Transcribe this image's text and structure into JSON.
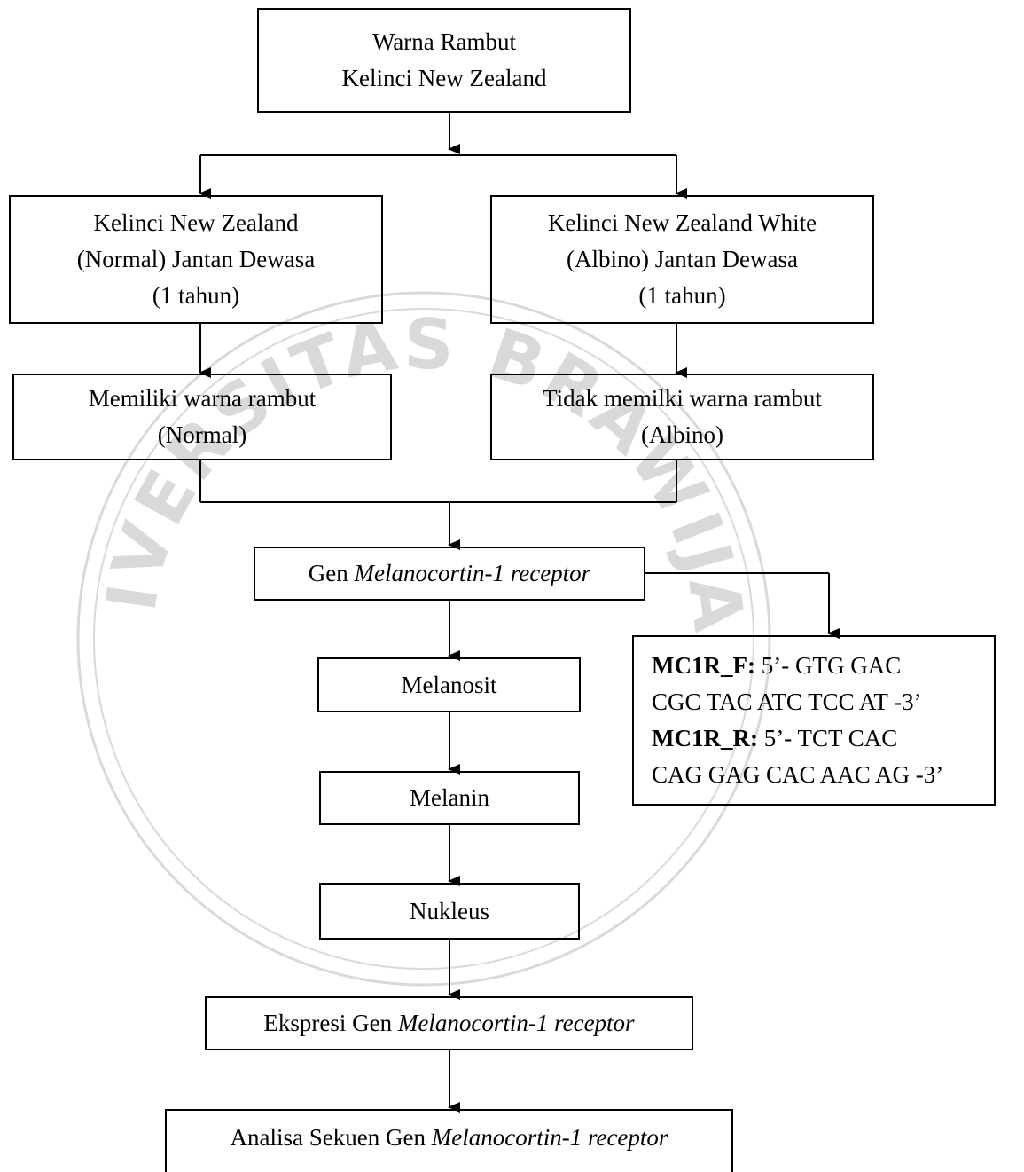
{
  "nodes": {
    "root": {
      "line1": "Warna Rambut",
      "line2": "Kelinci New Zealand"
    },
    "normal_rabbit": {
      "line1": "Kelinci New Zealand",
      "line2": "(Normal) Jantan Dewasa",
      "line3": "(1 tahun)"
    },
    "albino_rabbit": {
      "line1": "Kelinci New Zealand White",
      "line2": "(Albino) Jantan Dewasa",
      "line3": "(1 tahun)"
    },
    "normal_color": {
      "line1": "Memiliki warna rambut",
      "line2": "(Normal)"
    },
    "albino_color": {
      "line1": "Tidak memilki warna rambut",
      "line2": "(Albino)"
    },
    "gene": {
      "prefix": "Gen ",
      "italic": "Melanocortin-1 receptor"
    },
    "melanosit": {
      "label": "Melanosit"
    },
    "melanin": {
      "label": "Melanin"
    },
    "nukleus": {
      "label": "Nukleus"
    },
    "expression": {
      "prefix": "Ekspresi Gen ",
      "italic": "Melanocortin-1 receptor"
    },
    "analysis": {
      "prefix": "Analisa Sekuen Gen ",
      "italic": "Melanocortin-1 receptor"
    },
    "primers": {
      "forward_label": "MC1R_F:",
      "forward_line1": " 5’- GTG GAC",
      "forward_line2": "CGC TAC ATC TCC AT -3’",
      "reverse_label": "MC1R_R:",
      "reverse_line1": " 5’- TCT CAC",
      "reverse_line2": "CAG GAG CAC AAC AG -3’"
    }
  },
  "watermark": {
    "text": "UNIVERSITAS BRAWIJAYA",
    "color": "#d9d9d9"
  }
}
